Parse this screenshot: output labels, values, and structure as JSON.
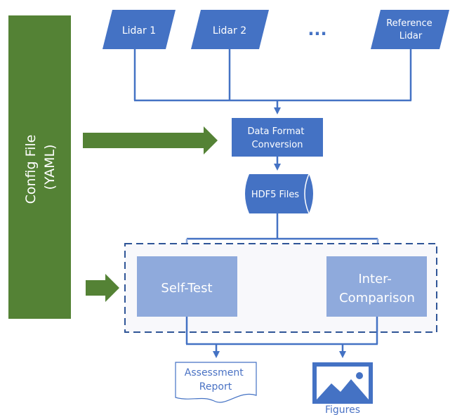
{
  "config": {
    "line1": "Config File",
    "line2": "(YAML)"
  },
  "inputs": {
    "lidar1": "Lidar 1",
    "lidar2": "Lidar 2",
    "ellipsis": "...",
    "reference_line1": "Reference",
    "reference_line2": "Lidar"
  },
  "conversion": {
    "line1": "Data Format",
    "line2": "Conversion"
  },
  "storage": {
    "label": "HDF5 Files"
  },
  "analysis": {
    "self_test": "Self-Test",
    "inter_line1": "Inter-",
    "inter_line2": "Comparison"
  },
  "outputs": {
    "report_line1": "Assessment",
    "report_line2": "Report",
    "figures": "Figures"
  },
  "colors": {
    "config_green": "#548235",
    "primary_blue": "#4472c4",
    "light_blue": "#8faadc",
    "connector_blue": "#4472c4",
    "group_border": "#2f5597",
    "group_fill": "#f8f8fb"
  }
}
